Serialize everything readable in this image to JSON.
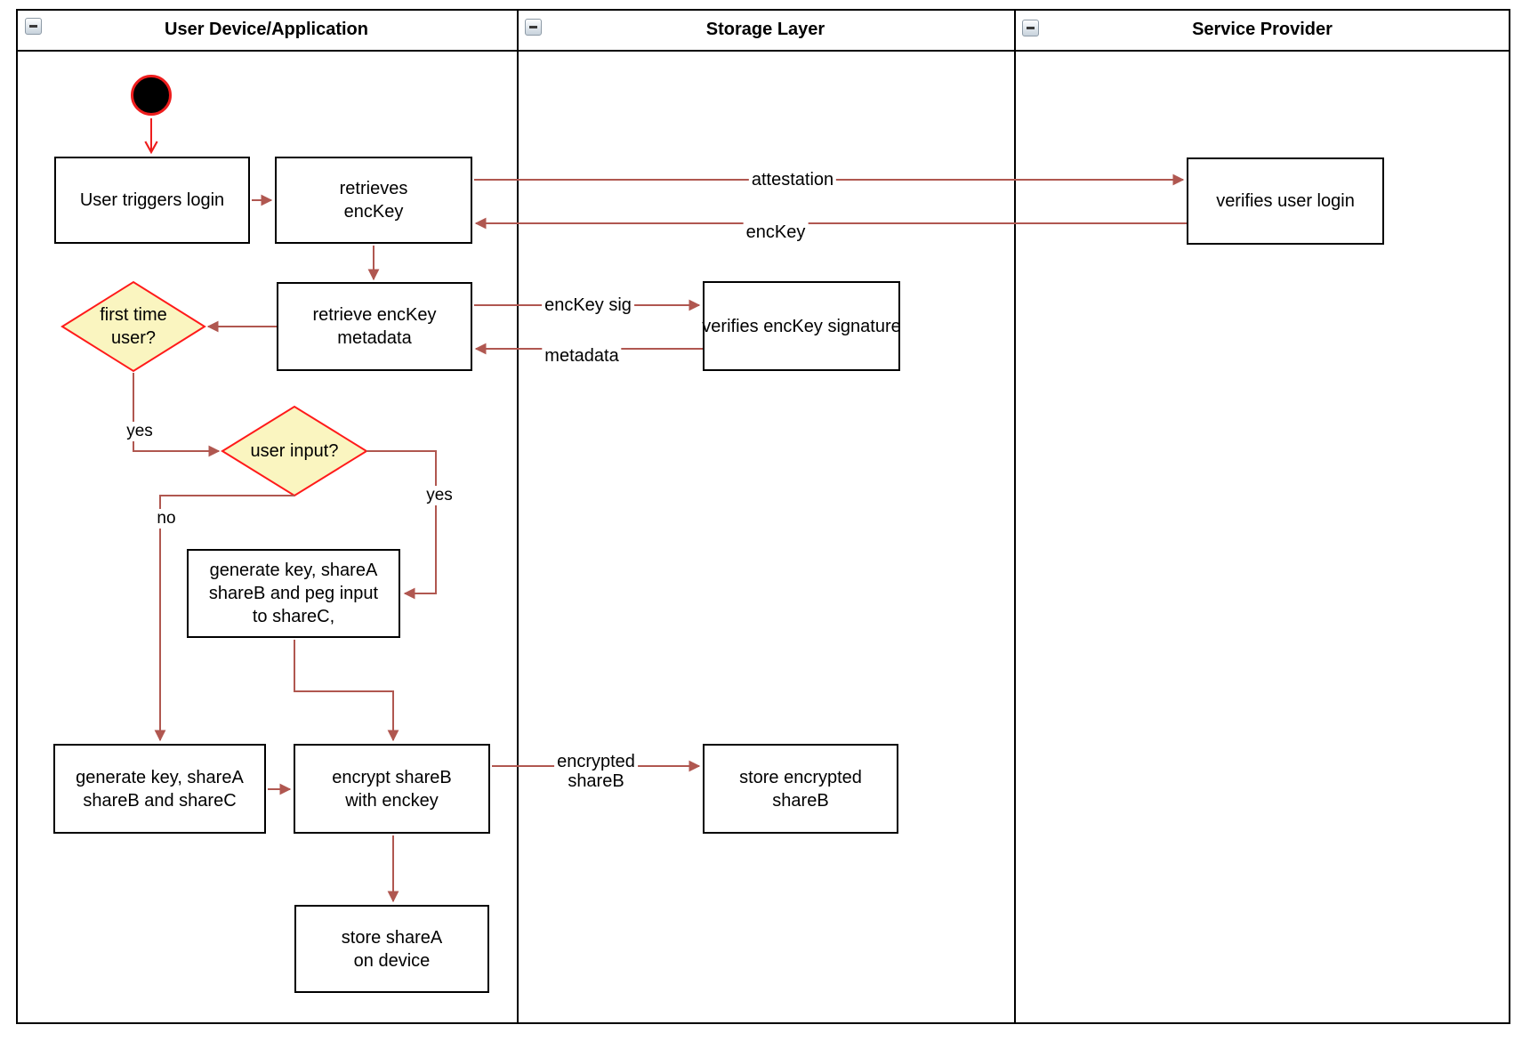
{
  "lanes": [
    {
      "label": "User Device/Application"
    },
    {
      "label": "Storage Layer"
    },
    {
      "label": "Service Provider"
    }
  ],
  "nodes": {
    "user_triggers_login": "User triggers login",
    "retrieves_enckey": "retrieves\nencKey",
    "verifies_user_login": "verifies user login",
    "retrieve_enckey_metadata": "retrieve encKey\nmetadata",
    "verifies_enckey_signature": "verifies encKey signature",
    "first_time_user": "first time\nuser?",
    "user_input": "user input?",
    "generate_peg": "generate key, shareA\nshareB and peg input\nto shareC,",
    "generate_abc": "generate key, shareA\nshareB and shareC",
    "encrypt_shareb": "encrypt shareB\nwith enckey",
    "store_encrypted_shareb": "store encrypted\nshareB",
    "store_sharea": "store shareA\non device"
  },
  "edge_labels": {
    "attestation": "attestation",
    "enckey": "encKey",
    "enckey_sig": "encKey sig",
    "metadata": "metadata",
    "yes_first_time": "yes",
    "yes_user_input": "yes",
    "no_user_input": "no",
    "encrypted_shareb": "encrypted\nshareB"
  },
  "colors": {
    "edge": "#b05750",
    "start_accent": "#ee1d1d",
    "decision_fill": "#faf5c0",
    "decision_border": "#ff1a1a",
    "shape_border": "#000000"
  }
}
